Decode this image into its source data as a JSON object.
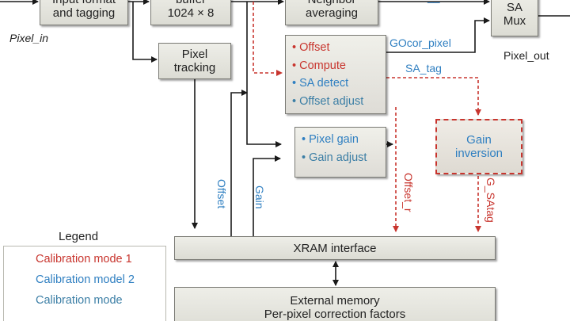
{
  "colors": {
    "red": "#c8352e",
    "blue": "#2f7fc1",
    "teal": "#3b7ea5",
    "dark": "#222222"
  },
  "blocks": {
    "input_format": [
      "Input format",
      "and tagging"
    ],
    "buffer": [
      "buffer",
      "1024 × 8"
    ],
    "averaging": [
      "Neighbor",
      "averaging"
    ],
    "sa_mux": [
      "SA",
      "Mux"
    ],
    "pixel_tracking": [
      "Pixel",
      "tracking"
    ],
    "offset_list": [
      {
        "text": "Offset",
        "color": "red"
      },
      {
        "text": "Compute",
        "color": "red"
      },
      {
        "text": "SA detect",
        "color": "blue"
      },
      {
        "text": "Offset adjust",
        "color": "teal"
      }
    ],
    "gain_list": [
      {
        "text": "Pixel gain",
        "color": "blue"
      },
      {
        "text": "Gain adjust",
        "color": "teal"
      }
    ],
    "gain_inversion": [
      "Gain",
      "inversion"
    ],
    "xram": "XRAM interface",
    "external_memory": [
      "External memory",
      "Per-pixel correction factors"
    ]
  },
  "signals": {
    "pixel_in": "Pixel_in",
    "pixel_out": "Pixel_out",
    "gocor_pixel": "GOcor_pixel",
    "sa_tag": "SA_tag",
    "offset": "Offset",
    "gain": "Gain",
    "offset_r": "Offset_r",
    "g_satag": "G_SAtag",
    "top_partial": "__"
  },
  "legend": {
    "title": "Legend",
    "items": [
      {
        "text": "Calibration mode 1",
        "color": "red"
      },
      {
        "text": "Calibration model 2",
        "color": "blue"
      },
      {
        "text": "Calibration mode",
        "color": "teal"
      }
    ]
  }
}
